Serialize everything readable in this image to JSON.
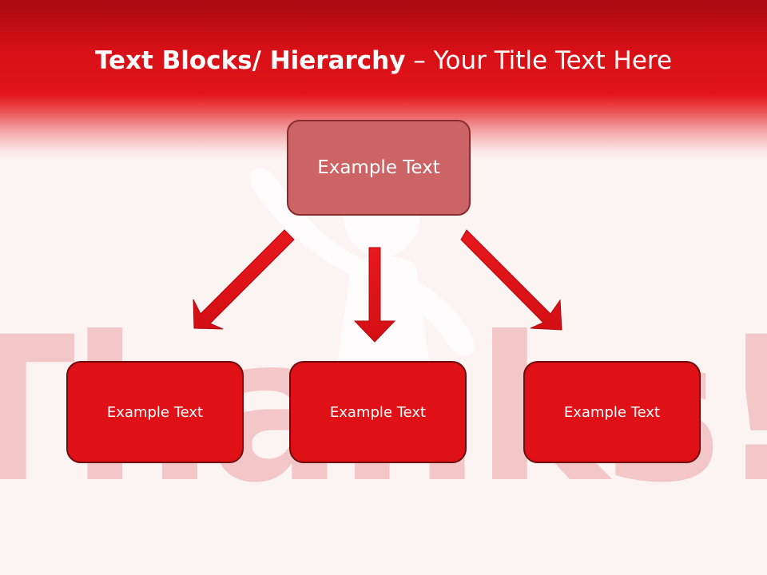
{
  "title": {
    "bold_part": "Text Blocks/ Hierarchy",
    "normal_part": " – Your Title Text Here"
  },
  "hierarchy": {
    "root": {
      "label": "Example Text"
    },
    "children": [
      {
        "label": "Example Text"
      },
      {
        "label": "Example Text"
      },
      {
        "label": "Example Text"
      }
    ]
  },
  "background": {
    "word": "Thanks!"
  },
  "colors": {
    "header_red": "#e31519",
    "box_red": "#df1116",
    "root_box": "#cc6466",
    "arrow_red": "#df1116"
  }
}
